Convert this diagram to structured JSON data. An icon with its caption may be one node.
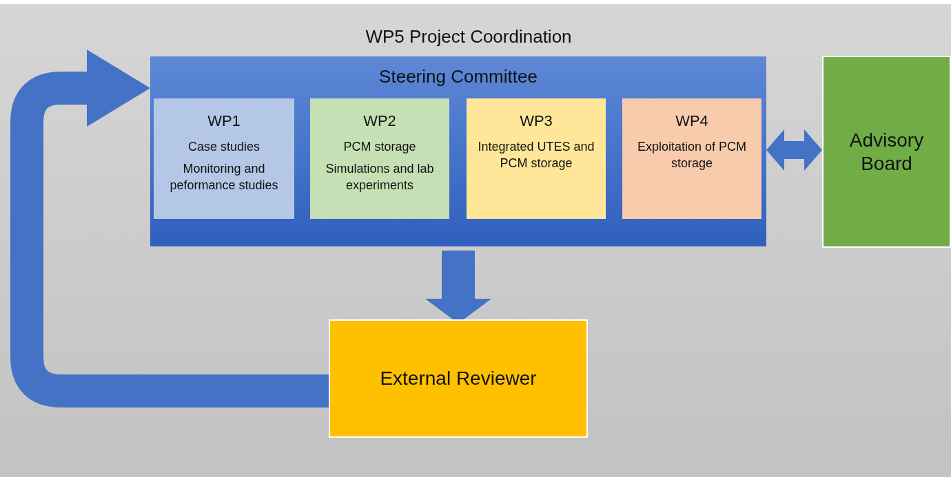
{
  "diagram": {
    "title": "WP5 Project Coordination",
    "nodes": [
      {
        "text": [
          "Steering Committee"
        ]
      },
      {
        "text": [
          "WP1",
          "Case studies",
          "Monitoring and peformance studies"
        ],
        "in": 0
      },
      {
        "text": [
          "WP2",
          "PCM storage",
          "Simulations and lab experiments"
        ],
        "in": 0
      },
      {
        "text": [
          "WP3",
          "Integrated UTES and PCM storage"
        ],
        "in": 0
      },
      {
        "text": [
          "WP4",
          "Exploitation of PCM storage"
        ],
        "in": 0
      },
      {
        "text": [
          "Advisory Board"
        ]
      },
      {
        "text": [
          "External Reviewer"
        ]
      }
    ],
    "edges": [
      {
        "from": 0,
        "to": 5,
        "arrow": "both"
      },
      {
        "from": 0,
        "to": 6,
        "arrow": "to"
      },
      {
        "from": 6,
        "to": 0,
        "arrow": "to"
      }
    ]
  }
}
